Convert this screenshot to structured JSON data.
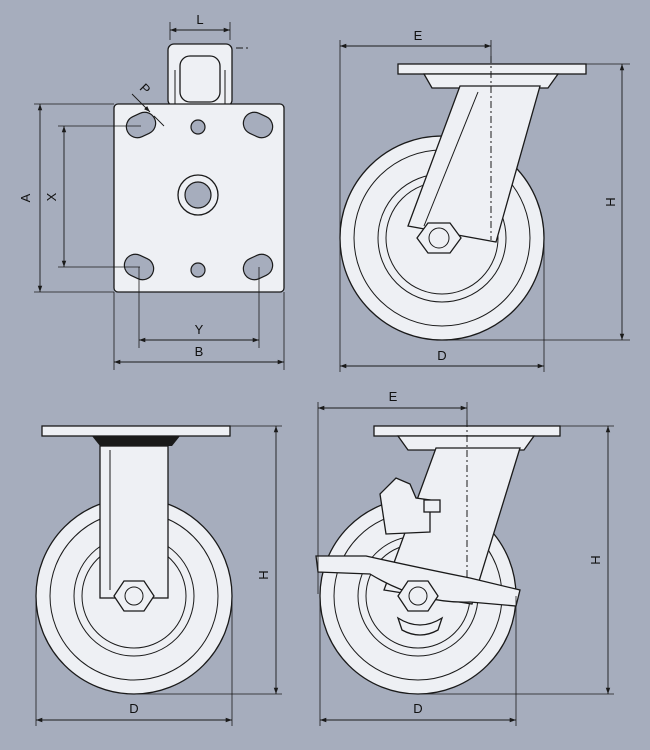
{
  "colors": {
    "background": "#a6adbd",
    "part_fill": "#eef0f4",
    "line": "#1a1a1a"
  },
  "views": {
    "top_plate": {
      "labels": {
        "L": "L",
        "P": "P",
        "A": "A",
        "X": "X",
        "Y": "Y",
        "B": "B"
      }
    },
    "swivel_side": {
      "labels": {
        "E": "E",
        "H": "H",
        "D": "D"
      }
    },
    "rigid_front": {
      "labels": {
        "H": "H",
        "D": "D"
      }
    },
    "swivel_brake": {
      "labels": {
        "E": "E",
        "H": "H",
        "D": "D"
      }
    }
  }
}
